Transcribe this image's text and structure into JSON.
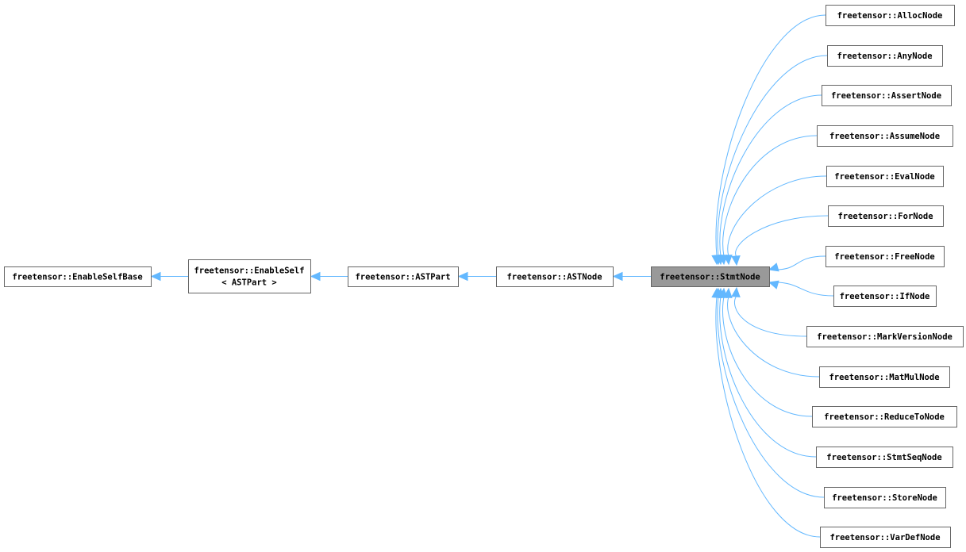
{
  "diagram": {
    "bases": [
      {
        "id": "enable-self-base",
        "lines": [
          "freetensor::EnableSelfBase"
        ]
      },
      {
        "id": "enable-self-astpart",
        "lines": [
          "freetensor::EnableSelf",
          "< ASTPart >"
        ]
      },
      {
        "id": "astpart",
        "lines": [
          "freetensor::ASTPart"
        ]
      },
      {
        "id": "astnode",
        "lines": [
          "freetensor::ASTNode"
        ]
      }
    ],
    "current": {
      "id": "stmtnode",
      "lines": [
        "freetensor::StmtNode"
      ]
    },
    "derived": [
      {
        "id": "allocnode",
        "lines": [
          "freetensor::AllocNode"
        ]
      },
      {
        "id": "anynode",
        "lines": [
          "freetensor::AnyNode"
        ]
      },
      {
        "id": "assertnode",
        "lines": [
          "freetensor::AssertNode"
        ]
      },
      {
        "id": "assumenode",
        "lines": [
          "freetensor::AssumeNode"
        ]
      },
      {
        "id": "evalnode",
        "lines": [
          "freetensor::EvalNode"
        ]
      },
      {
        "id": "fornode",
        "lines": [
          "freetensor::ForNode"
        ]
      },
      {
        "id": "freenode",
        "lines": [
          "freetensor::FreeNode"
        ]
      },
      {
        "id": "ifnode",
        "lines": [
          "freetensor::IfNode"
        ]
      },
      {
        "id": "markversionnode",
        "lines": [
          "freetensor::MarkVersionNode"
        ]
      },
      {
        "id": "matmulnode",
        "lines": [
          "freetensor::MatMulNode"
        ]
      },
      {
        "id": "reducetonode",
        "lines": [
          "freetensor::ReduceToNode"
        ]
      },
      {
        "id": "stmtseqnode",
        "lines": [
          "freetensor::StmtSeqNode"
        ]
      },
      {
        "id": "storenode",
        "lines": [
          "freetensor::StoreNode"
        ]
      },
      {
        "id": "vardefnode",
        "lines": [
          "freetensor::VarDefNode"
        ]
      }
    ],
    "colors": {
      "edge": "#63b8ff",
      "current_fill": "#999999",
      "border": "#666666"
    }
  }
}
